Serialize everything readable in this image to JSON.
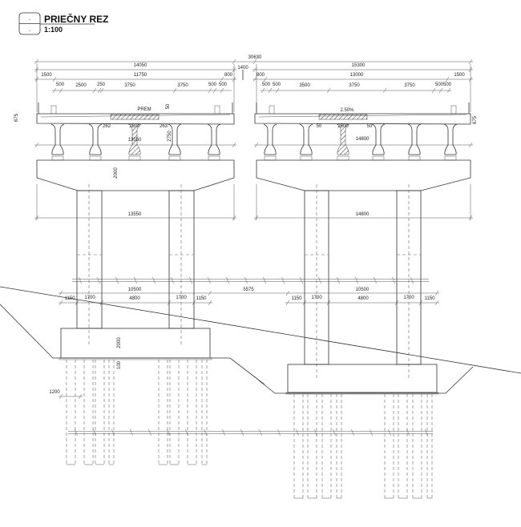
{
  "title": {
    "name": "PRIEČNY REZ",
    "scale": "1:100",
    "marker_top": "-",
    "marker_bottom": "-"
  },
  "dimensions": {
    "overall": "30630",
    "left_width": "14050",
    "gap": "1400",
    "right_width": "15300",
    "left_row2": [
      "1500",
      "11750",
      "800"
    ],
    "right_row2": [
      "800",
      "13000",
      "1500"
    ],
    "left_row3": [
      "500",
      "2500",
      "250",
      "3750",
      "3750",
      "500",
      "500"
    ],
    "right_row3": [
      "500",
      "500",
      "3500",
      "3750",
      "3750",
      "500",
      "500"
    ],
    "deck_depth_left": "675",
    "deck_depth_right": "675",
    "left_girder": [
      "262",
      "2500",
      "263"
    ],
    "right_girder": [
      "50",
      "2500",
      "50"
    ],
    "girder_height": "2750",
    "left_cap": "13550",
    "right_cap": "14800",
    "cap_height": "2000",
    "left_cap_lower": "13550",
    "right_cap_lower": "14800",
    "foundation_left": "10500",
    "foundation_between": "5575",
    "foundation_right": "10500",
    "foundation_left_parts": [
      "1150",
      "1700",
      "4800",
      "1700",
      "1150"
    ],
    "foundation_right_parts": [
      "1150",
      "1700",
      "4800",
      "1700",
      "1150"
    ],
    "footing_height": "2000",
    "blinding": "100",
    "pile_diameter": "1200"
  },
  "annotations": {
    "prem": "PREM",
    "slab_thk": "50",
    "crossfall": "2.50%"
  }
}
